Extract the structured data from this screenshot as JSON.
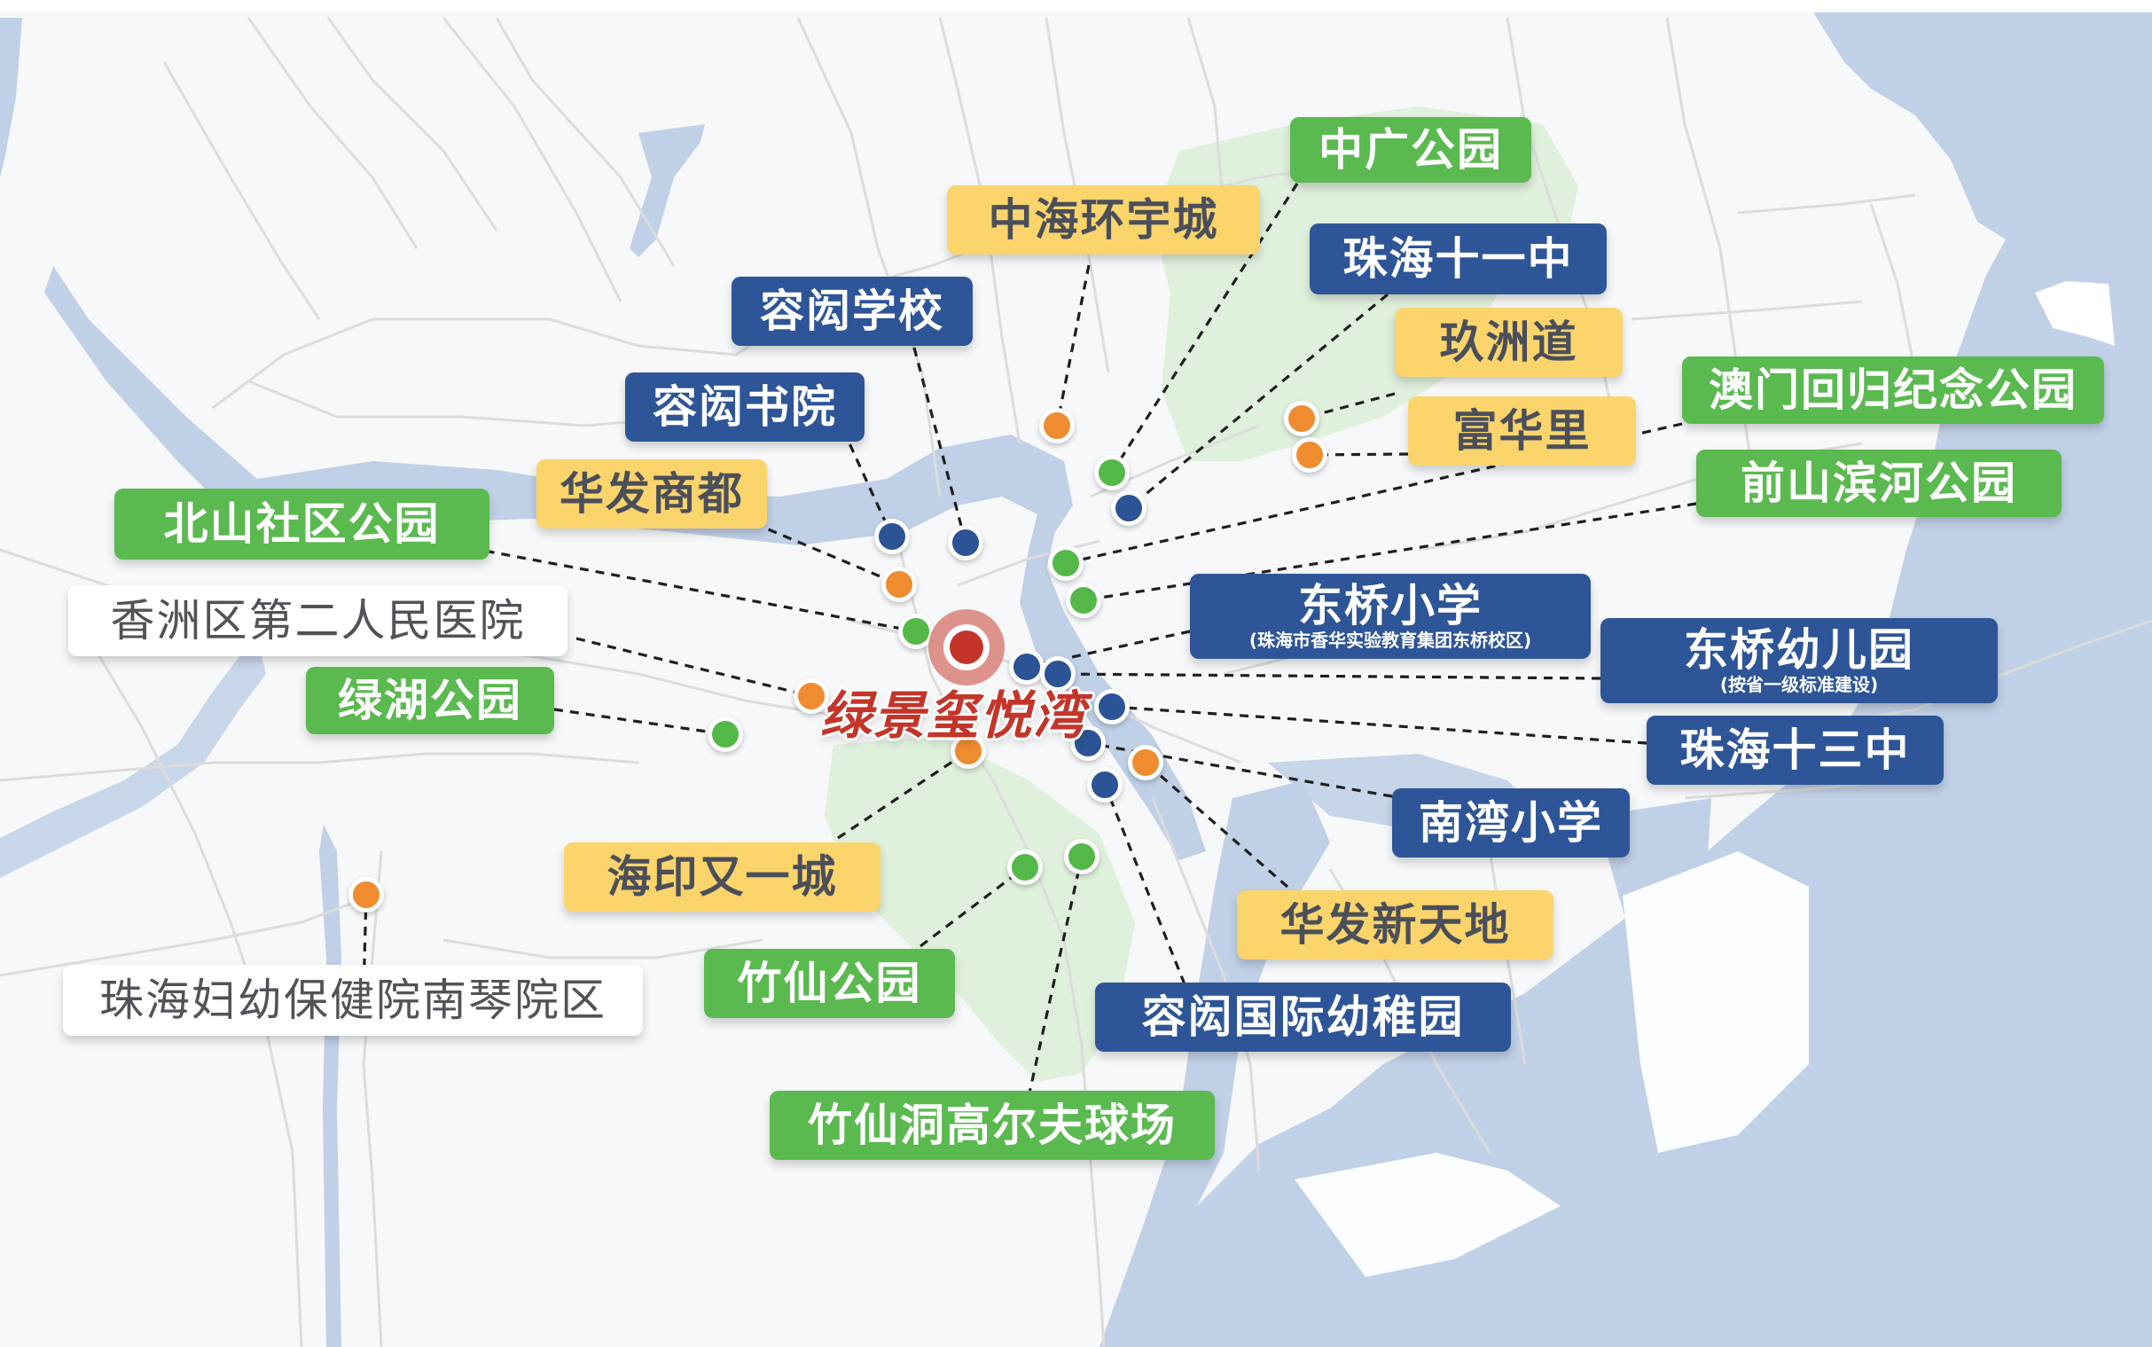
{
  "map": {
    "project_name": "绿景玺悦湾",
    "colors": {
      "water": "#c0d0e6",
      "park_area": "#dff0dc",
      "land": "#f7f8f9",
      "park_label": "#5ab94f",
      "school_label": "#2d5597",
      "commerce_label": "#fbd56c",
      "hospital_label": "#ffffff",
      "project_marker": "#c3352a"
    },
    "legend_categories": [
      "park",
      "school",
      "commerce",
      "hospital"
    ],
    "labels": [
      {
        "id": "zhongguang-park",
        "text": "中广公园",
        "category": "park"
      },
      {
        "id": "zhonghai-huanyucheng",
        "text": "中海环宇城",
        "category": "commerce"
      },
      {
        "id": "zhuhai-no11-middle",
        "text": "珠海十一中",
        "category": "school"
      },
      {
        "id": "rongbin-school",
        "text": "容闳学校",
        "category": "school"
      },
      {
        "id": "jiuzhoudao",
        "text": "玖洲道",
        "category": "commerce"
      },
      {
        "id": "macau-return-park",
        "text": "澳门回归纪念公园",
        "category": "park"
      },
      {
        "id": "rongbin-academy",
        "text": "容闳书院",
        "category": "school"
      },
      {
        "id": "fuhuali",
        "text": "富华里",
        "category": "commerce"
      },
      {
        "id": "qianshan-riverside-park",
        "text": "前山滨河公园",
        "category": "park"
      },
      {
        "id": "huafa-shangdu",
        "text": "华发商都",
        "category": "commerce"
      },
      {
        "id": "beishan-community-park",
        "text": "北山社区公园",
        "category": "park"
      },
      {
        "id": "dongqiao-primary",
        "text": "东桥小学",
        "sub": "(珠海市香华实验教育集团东桥校区)",
        "category": "school"
      },
      {
        "id": "xiangzhou-second-hospital",
        "text": "香洲区第二人民医院",
        "category": "hospital"
      },
      {
        "id": "dongqiao-kindergarten",
        "text": "东桥幼儿园",
        "sub": "(按省一级标准建设)",
        "category": "school"
      },
      {
        "id": "lvhu-park",
        "text": "绿湖公园",
        "category": "park"
      },
      {
        "id": "zhuhai-no13-middle",
        "text": "珠海十三中",
        "category": "school"
      },
      {
        "id": "nanwan-primary",
        "text": "南湾小学",
        "category": "school"
      },
      {
        "id": "haiyin-youyicheng",
        "text": "海印又一城",
        "category": "commerce"
      },
      {
        "id": "huafa-xintiandi",
        "text": "华发新天地",
        "category": "commerce"
      },
      {
        "id": "zhuxian-park",
        "text": "竹仙公园",
        "category": "park"
      },
      {
        "id": "zhuhai-maternal-hospital",
        "text": "珠海妇幼保健院南琴院区",
        "category": "hospital"
      },
      {
        "id": "rongbin-intl-kindergarten",
        "text": "容闳国际幼稚园",
        "category": "school"
      },
      {
        "id": "zhuxiandong-golf",
        "text": "竹仙洞高尔夫球场",
        "category": "park"
      }
    ]
  }
}
